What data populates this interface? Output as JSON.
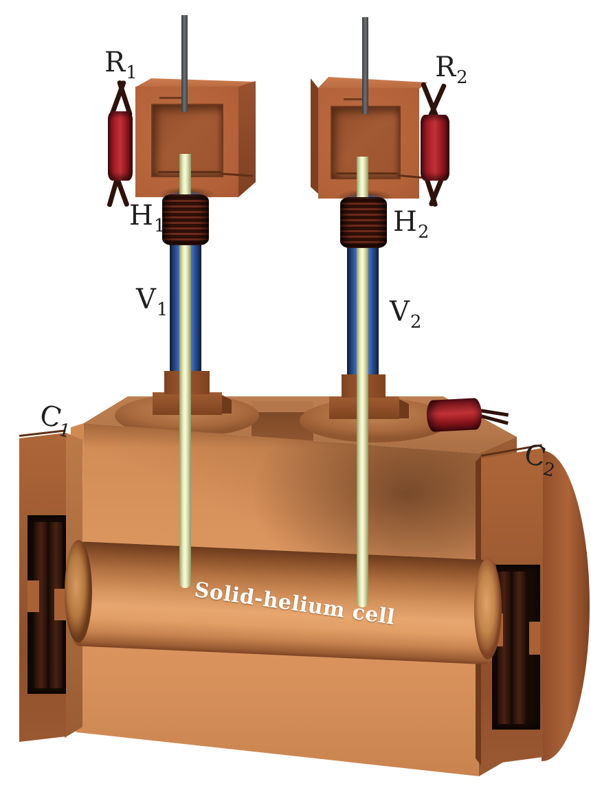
{
  "figure_type": "3d-apparatus-diagram",
  "labels": {
    "r1": {
      "base": "R",
      "sub": "1"
    },
    "r2": {
      "base": "R",
      "sub": "2"
    },
    "h1": {
      "base": "H",
      "sub": "1"
    },
    "h2": {
      "base": "H",
      "sub": "2"
    },
    "v1": {
      "base": "V",
      "sub": "1"
    },
    "v2": {
      "base": "V",
      "sub": "2"
    },
    "c1": {
      "base": "C",
      "sub": "1"
    },
    "c2": {
      "base": "C",
      "sub": "2"
    },
    "cell": "Solid-helium cell"
  },
  "colors": {
    "background": "#ffffff",
    "copper_light": "#d9925c",
    "copper_top": "#b3774b",
    "copper_block": "#b26138",
    "copper_fitting": "#8a4c28",
    "copper_plate": "#a86236",
    "copper_deep": "#6e3a1e",
    "red_bright": "#c23238",
    "red_dark": "#5f0e14",
    "wire_maroon": "#2f120c",
    "coil_dark": "#2e0f08",
    "coil_light": "#6e2a1b",
    "blue_mid": "#2e57a0",
    "blue_dark": "#0f1a30",
    "blue_light": "#4a74b8",
    "cream": "#f9fbe0",
    "cream_shade": "#979b6e",
    "rod_gray": "#5a5c5e",
    "label_color": "#1f1f1f",
    "cell_text": "#ffffff"
  }
}
